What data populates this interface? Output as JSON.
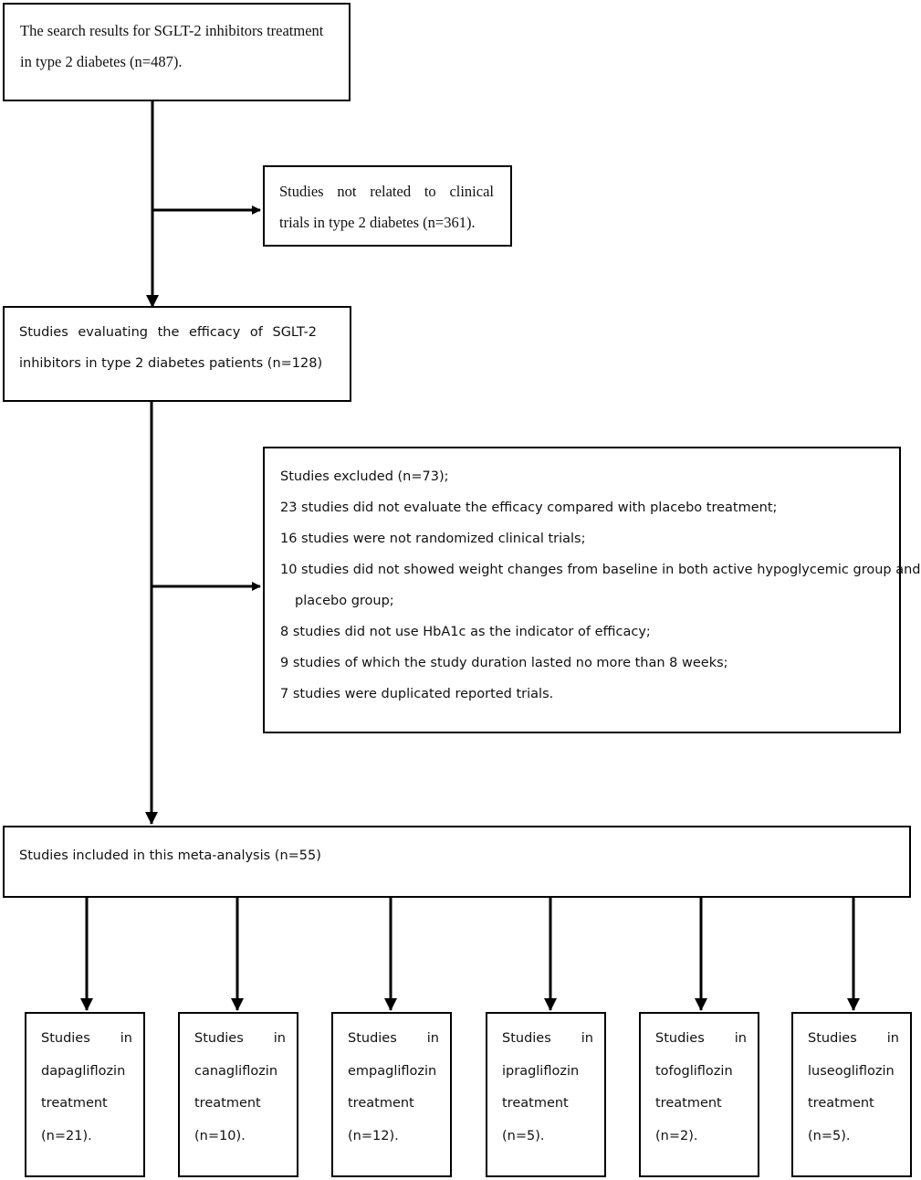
{
  "nodes": {
    "search": {
      "lines": [
        "The search results for SGLT-2 inhibitors treatment",
        "in type 2 diabetes (n=487)."
      ]
    },
    "not_related": {
      "lines": [
        "Studies not related to clinical",
        "trials in type 2 diabetes (n=361)."
      ]
    },
    "evaluating": {
      "lines": [
        "Studies evaluating the efficacy of SGLT-2",
        "inhibitors in type 2 diabetes patients (n=128)"
      ]
    },
    "excluded": {
      "lines": [
        "Studies excluded (n=73);",
        "23 studies did not evaluate the efficacy compared with placebo treatment;",
        "16 studies were not randomized clinical trials;",
        "10 studies did not showed weight changes from baseline in both active hypoglycemic group and",
        "placebo group;",
        "8 studies did not use HbA1c as the indicator of efficacy;",
        "9 studies of which the study duration lasted no more than 8 weeks;",
        "7 studies were duplicated reported trials."
      ]
    },
    "included": {
      "lines": [
        "Studies included in this meta-analysis (n=55)"
      ]
    },
    "leaves": [
      {
        "lines": [
          "Studies in",
          "dapagliflozin",
          "treatment",
          "(n=21)."
        ]
      },
      {
        "lines": [
          "Studies in",
          "canagliflozin",
          "treatment",
          "(n=10)."
        ]
      },
      {
        "lines": [
          "Studies in",
          "empagliflozin",
          "treatment",
          "(n=12)."
        ]
      },
      {
        "lines": [
          "Studies in",
          "ipragliflozin",
          "treatment",
          "(n=5)."
        ]
      },
      {
        "lines": [
          "Studies in",
          "tofogliflozin",
          "treatment",
          "(n=2)."
        ]
      },
      {
        "lines": [
          "Studies in",
          "luseogliflozin",
          "treatment",
          "(n=5)."
        ]
      }
    ]
  }
}
